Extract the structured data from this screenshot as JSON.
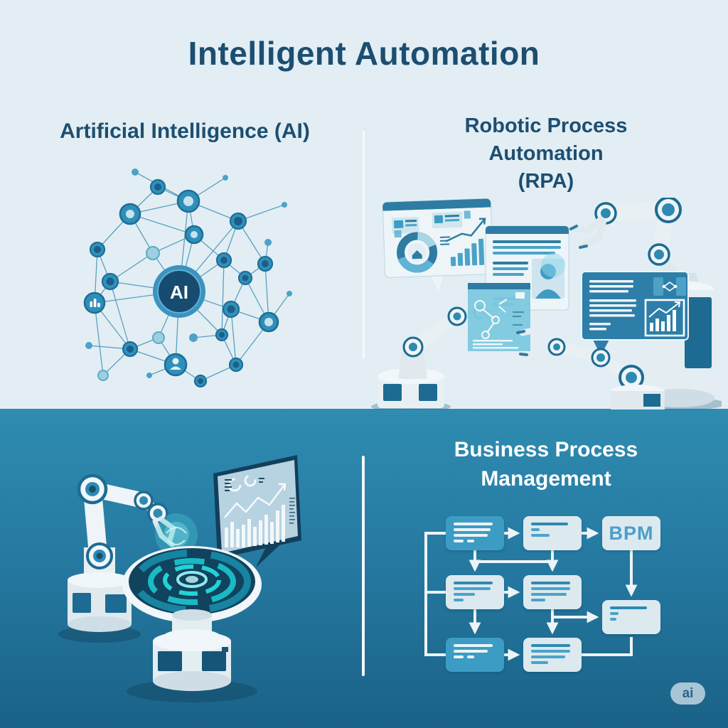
{
  "title": "Intelligent Automation",
  "quadrants": {
    "ai": {
      "heading": "Artificial Intelligence (AI)",
      "center_label": "AI",
      "node_icons": [
        "brain-icon",
        "thumbs-up-icon",
        "camera-icon",
        "lock-icon",
        "bar-chart-icon",
        "person-icon",
        "gear-icon",
        "chat-icon",
        "cart-icon",
        "heart-icon"
      ]
    },
    "rpa": {
      "heading_lines": [
        "Robotic Process",
        "Automation",
        "(RPA)"
      ]
    },
    "bpm": {
      "heading_lines": [
        "Business Process",
        "Management"
      ],
      "bpm_label": "BPM"
    }
  },
  "badge": {
    "label": "ai"
  },
  "colors": {
    "background_top": "#e2eef4",
    "background_bottom_start": "#2f8cb1",
    "background_bottom_end": "#1a6287",
    "heading_dark": "#1d4e70",
    "heading_light": "#ffffff",
    "accent_blue": "#3d9cc4",
    "panel_light": "#dce9ef",
    "panel_bar": "#2e7ca3",
    "navy": "#174c70",
    "node_blue": "#3190bc",
    "teal_glow": "#1ec9c9",
    "bpm_text": "#4a9fc8"
  }
}
